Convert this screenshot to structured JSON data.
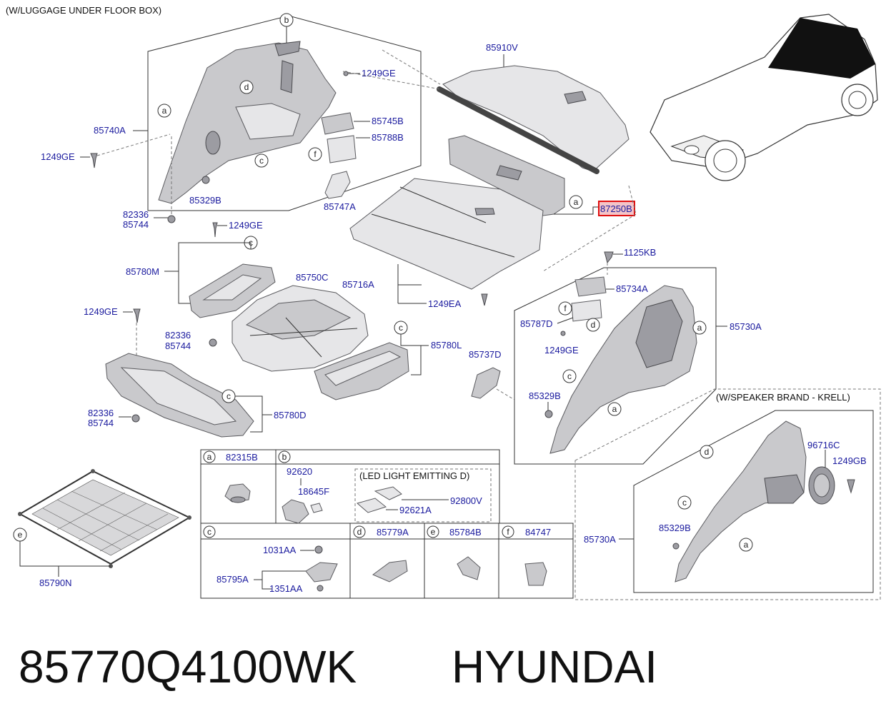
{
  "header": {
    "luggage_note": "(W/LUGGAGE UNDER FLOOR BOX)",
    "speaker_note": "(W/SPEAKER BRAND - KRELL)",
    "led_note": "(LED LIGHT EMITTING D)"
  },
  "parts": {
    "p85910V": "85910V",
    "p1249GE": "1249GE",
    "p85745B": "85745B",
    "p85788B": "85788B",
    "p85740A": "85740A",
    "p85329B": "85329B",
    "p85747A": "85747A",
    "p82336": "82336",
    "p85744": "85744",
    "p87250B": "87250B",
    "p1125KB": "1125KB",
    "p85780M": "85780M",
    "p85750C": "85750C",
    "p85716A": "85716A",
    "p1249EA": "1249EA",
    "p85734A": "85734A",
    "p85787D": "85787D",
    "p85730A": "85730A",
    "p85780L": "85780L",
    "p85737D": "85737D",
    "p85780D": "85780D",
    "p96716C": "96716C",
    "p1249GB": "1249GB",
    "p85790N": "85790N"
  },
  "legend": {
    "a_code": "82315B",
    "b_code1": "92620",
    "b_code2": "18645F",
    "b_code3": "92800V",
    "b_code4": "92621A",
    "c_code1": "1031AA",
    "c_code2": "85795A",
    "c_code3": "1351AA",
    "d_code": "85779A",
    "e_code": "85784B",
    "f_code": "84747"
  },
  "callouts": {
    "a": "a",
    "b": "b",
    "c": "c",
    "d": "d",
    "e": "e",
    "f": "f"
  },
  "footer": {
    "part_number": "85770Q4100WK",
    "brand": "HYUNDAI"
  },
  "colors": {
    "label_text": "#1a1a9e",
    "highlight_border": "#e01010",
    "highlight_fill": "#f4c4c8",
    "part_fill": "#c9c9cc"
  }
}
